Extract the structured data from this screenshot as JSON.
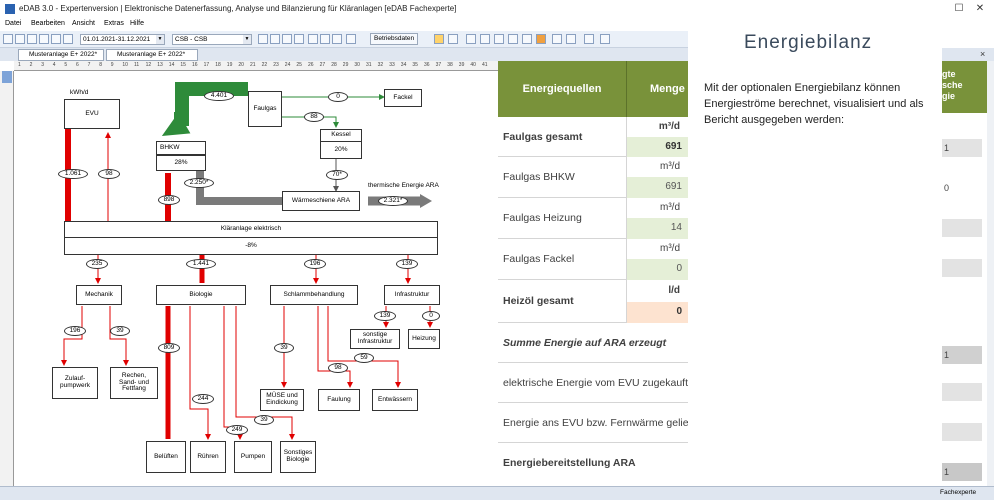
{
  "window": {
    "title": "eDAB 3.0 - Expertenversion | Elektronische Datenerfassung, Analyse und Bilanzierung für Kläranlagen [eDAB Fachexperte]",
    "minimize": "–",
    "maximize": "☐",
    "close": "✕"
  },
  "menu": [
    "Datei",
    "Bearbeiten",
    "Ansicht",
    "Extras",
    "Hilfe"
  ],
  "toolbar": {
    "date_range": "01.01.2021-31.12.2021",
    "plant": "CSB - CSB",
    "betriebsdaten": "Betriebsdaten"
  },
  "tabs": [
    {
      "label": "Musteranlage E+ 2022*"
    },
    {
      "label": "Musteranlage E+ 2022*"
    }
  ],
  "tab_close": "×",
  "ruler": {
    "top": [
      "1",
      "2",
      "3",
      "4",
      "5",
      "6",
      "7",
      "8",
      "9",
      "10",
      "11",
      "12",
      "13",
      "14",
      "15",
      "16",
      "17",
      "18",
      "19",
      "20",
      "21",
      "22",
      "23",
      "24",
      "25",
      "26",
      "27",
      "28",
      "29",
      "30",
      "31",
      "32",
      "33",
      "34",
      "35",
      "36",
      "37",
      "38",
      "39",
      "40",
      "41"
    ]
  },
  "diagram": {
    "evu_unit": "kWh/d",
    "evu": "EVU",
    "bhkw": "BHKW",
    "bhkw_pct": "28%",
    "faulgas": "Faulgas",
    "fackel": "Fackel",
    "kessel": "Kessel",
    "kessel_pct": "20%",
    "waermetauscher": "Wärmeschiene ARA",
    "thermische": "thermische Energie ARA",
    "klaeranlage": "Kläranlage elektrisch",
    "klaeranlage_pct": "-8%",
    "mechanik": "Mechanik",
    "biologie": "Biologie",
    "schlamm": "Schlammbehandlung",
    "infrastruktur": "Infrastruktur",
    "zulauf": "Zulauf-\npumpwerk",
    "rechen": "Rechen,\nSand- und\nFettfang",
    "belueften": "Belüften",
    "ruehren": "Rühren",
    "pumpen": "Pumpen",
    "sonstige_bio": "Sonstiges\nBiologie",
    "muese": "MÜSE und\nEindickung",
    "faulung": "Faulung",
    "entwaessern": "Entwässern",
    "sonstige_infra": "sonstige\nInfrastruktur",
    "heizung": "Heizung",
    "v_4401": "4.401",
    "v_0_fackel": "0",
    "v_88": "88",
    "v_70": "70*",
    "v_2250": "2.250*",
    "v_2321": "2.321*",
    "v_1061": "1.061",
    "v_98": "98",
    "v_898": "898",
    "v_235": "235",
    "v_1441": "1.441",
    "v_196_schlamm": "196",
    "v_139": "139",
    "v_196_mech": "196",
    "v_39_mech": "39",
    "v_809": "809",
    "v_244": "244",
    "v_249": "249",
    "v_39_bio": "39",
    "v_39_schlamm": "39",
    "v_98_schlamm": "98",
    "v_59": "59",
    "v_139_infra": "139",
    "v_0_heiz": "0"
  },
  "table": {
    "col_quellen": "Energiequellen",
    "col_menge": "Menge",
    "rows": [
      {
        "name": "Faulgas gesamt",
        "unit": "m³/d",
        "value": "691"
      },
      {
        "name": "Faulgas BHKW",
        "unit": "m³/d",
        "value": "691"
      },
      {
        "name": "Faulgas Heizung",
        "unit": "m³/d",
        "value": "14"
      },
      {
        "name": "Faulgas Fackel",
        "unit": "m³/d",
        "value": "0"
      },
      {
        "name": "Heizöl gesamt",
        "unit": "l/d",
        "value": "0"
      },
      {
        "name": "Summe Energie auf ARA erzeugt"
      },
      {
        "name": "elektrische Energie vom EVU zugekauft"
      },
      {
        "name": "Energie ans EVU bzw. Fernwärme geliefert"
      },
      {
        "name": "Energiebereitstellung ARA"
      }
    ]
  },
  "right_strip": {
    "header": "gte\nsche\ngie",
    "cells": [
      "1",
      "0",
      "",
      "",
      "1",
      "",
      "",
      "1"
    ]
  },
  "info": {
    "title": "Energiebilanz",
    "text": "Mit der optionalen Energiebilanz können Energieströme berechnet, visualisiert und als Bericht ausgegeben werden:"
  },
  "status": "Fachexperte",
  "colors": {
    "table_header": "#79923a",
    "green_cell": "#e5efd7",
    "orange_cell": "#fde3d0",
    "gas_arrow": "#2e8b3a",
    "heat_arrow": "#7a7a7a",
    "electric_arrow": "#e00000"
  }
}
